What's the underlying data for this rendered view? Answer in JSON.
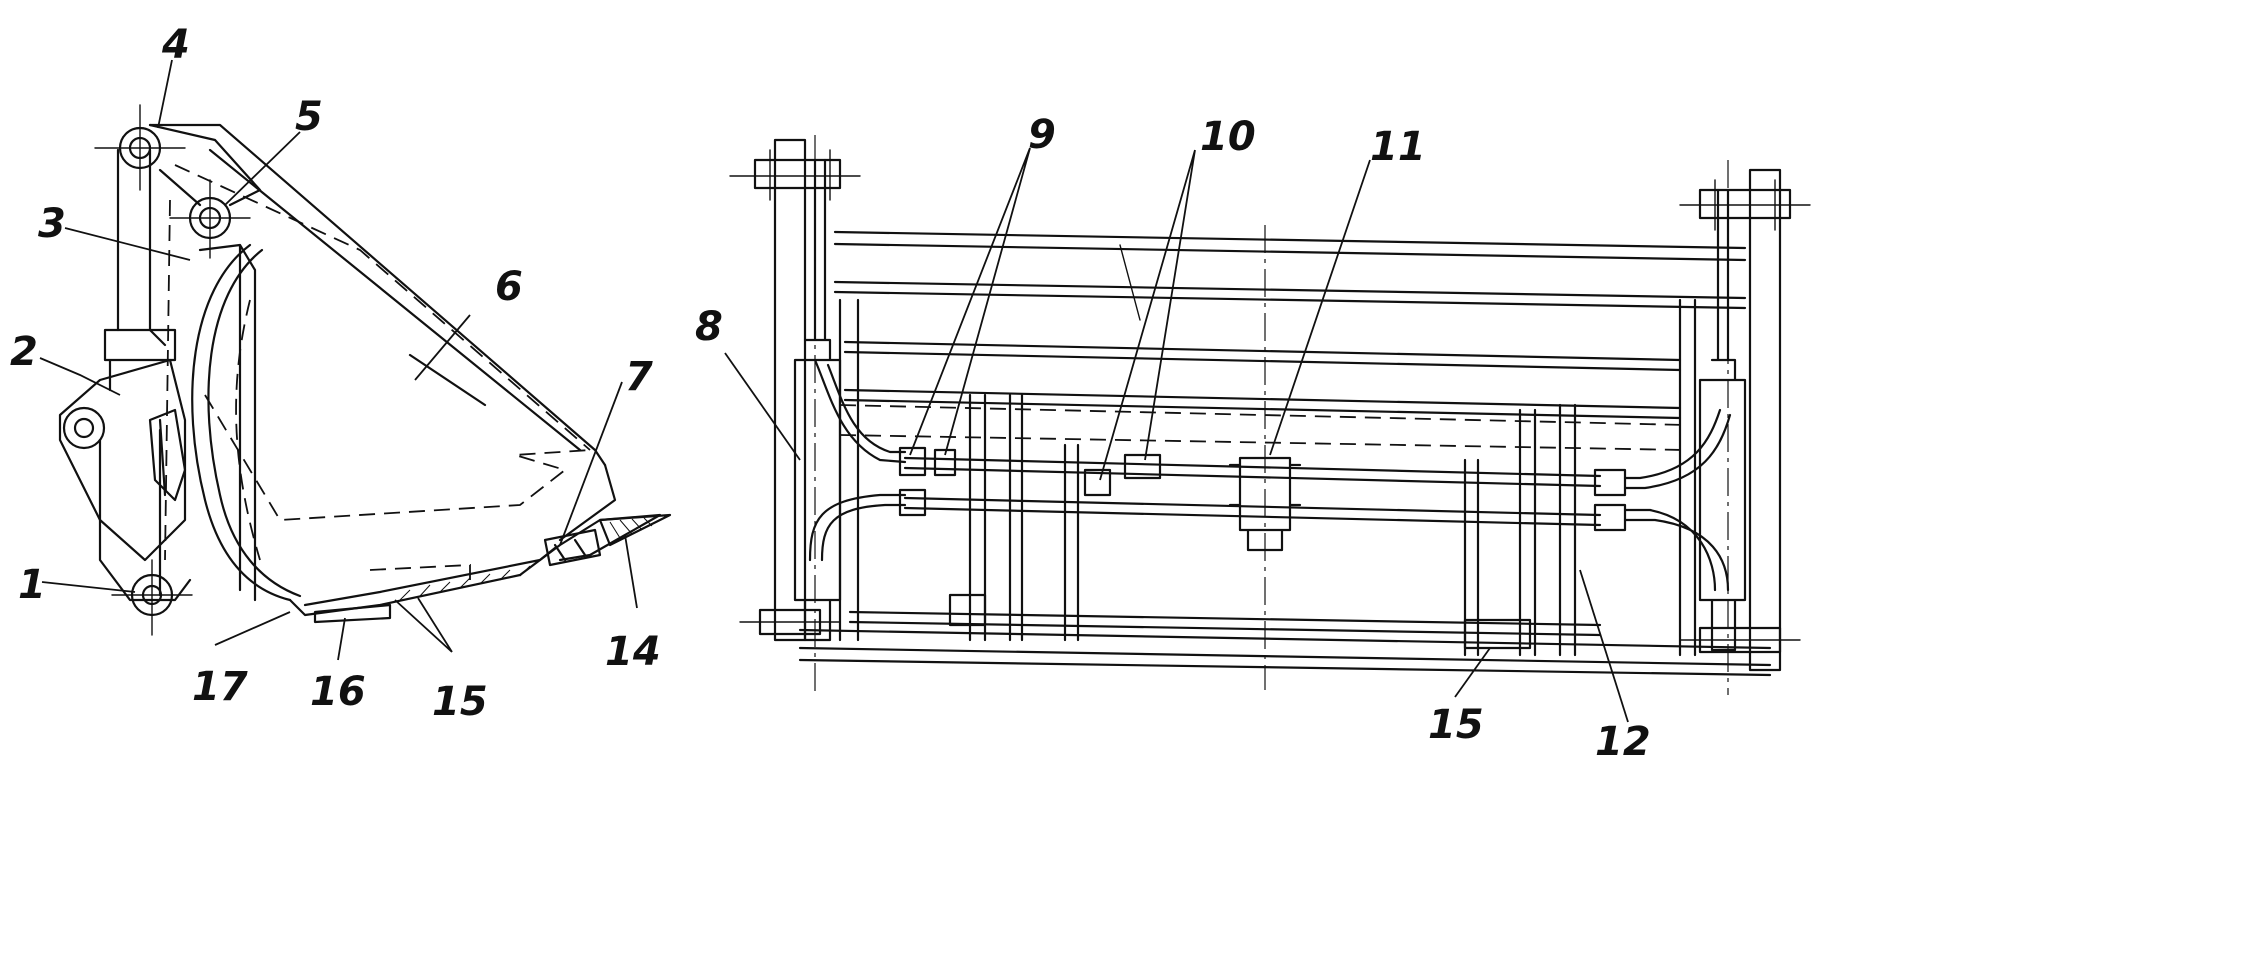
{
  "labels": [
    "1",
    "2",
    "3",
    "4",
    "5",
    "6",
    "7",
    "8",
    "9",
    "10",
    "11",
    "12",
    "14",
    "15",
    "15",
    "16",
    "17"
  ],
  "colors": {
    "ink": "#111111",
    "paper": "#ffffff"
  }
}
